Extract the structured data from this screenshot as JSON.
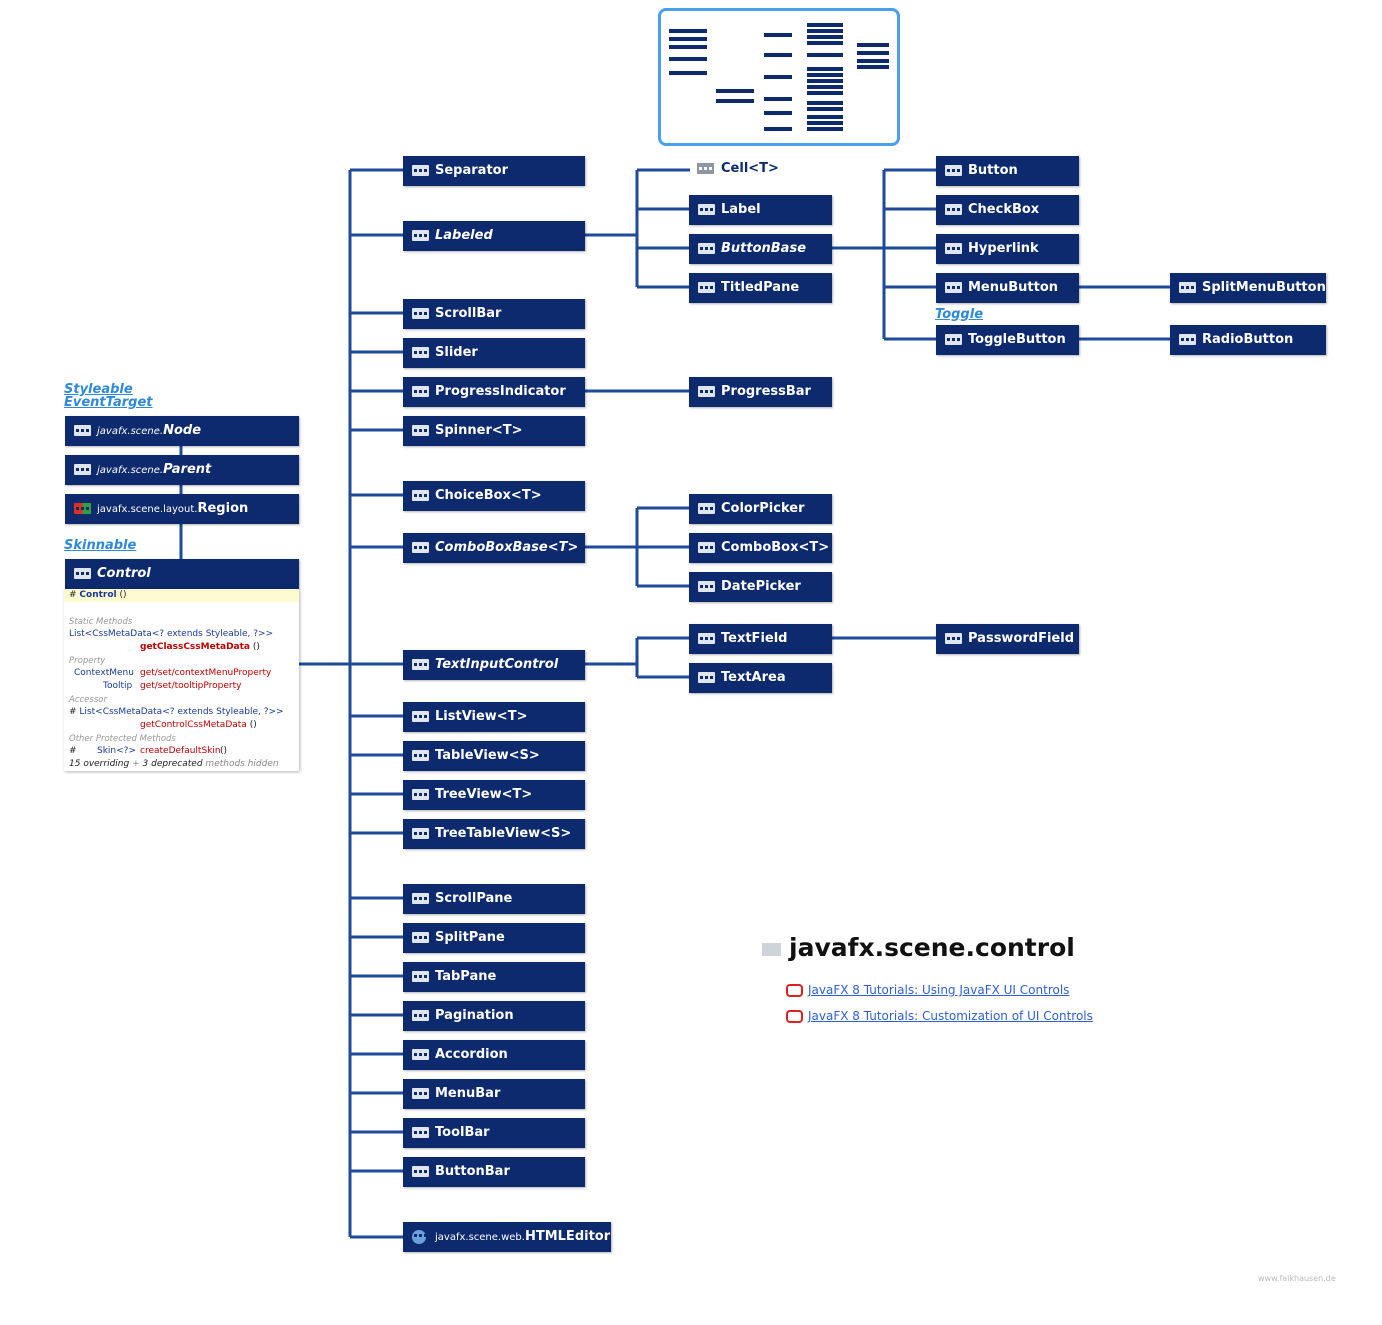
{
  "package_title": "javafx.scene.control",
  "links": [
    "JavaFX 8 Tutorials: Using JavaFX UI Controls",
    "JavaFX 8 Tutorials: Customization of UI Controls"
  ],
  "interfaces": {
    "styleable": "Styleable",
    "eventtarget": "EventTarget",
    "skinnable": "Skinnable",
    "toggle": "Toggle"
  },
  "hierarchy": {
    "node": {
      "pkg": "javafx.scene.",
      "name": "Node"
    },
    "parent": {
      "pkg": "javafx.scene.",
      "name": "Parent"
    },
    "region": {
      "pkg": "javafx.scene.layout.",
      "name": "Region"
    },
    "control": {
      "name": "Control"
    }
  },
  "control_members": {
    "constructor": "Control",
    "constructor_args": "()",
    "static_section": "Static Methods",
    "static_type": "List<CssMetaData<? extends Styleable, ?>>",
    "static_method": "getClassCssMetaData",
    "property_section": "Property",
    "prop1_name": "ContextMenu",
    "prop1_method": "get/set/contextMenuProperty",
    "prop2_name": "Tooltip",
    "prop2_method": "get/set/tooltipProperty",
    "accessor_section": "Accessor",
    "accessor_type": "List<CssMetaData<? extends Styleable, ?>>",
    "accessor_method": "getControlCssMetaData",
    "other_section": "Other Protected Methods",
    "other_type": "Skin<?>",
    "other_method": "createDefaultSkin",
    "empty_args": "()",
    "hash": "#",
    "footer_overriding": "15 overriding",
    "footer_plus": "+",
    "footer_deprecated": "3 deprecated",
    "footer_hidden": "methods hidden"
  },
  "classes": {
    "separator": "Separator",
    "labeled": "Labeled",
    "scrollbar": "ScrollBar",
    "slider": "Slider",
    "progressindicator": "ProgressIndicator",
    "spinner": "Spinner<T>",
    "choicebox": "ChoiceBox<T>",
    "comboboxbase": "ComboBoxBase<T>",
    "textinputcontrol": "TextInputControl",
    "listview": "ListView<T>",
    "tableview": "TableView<S>",
    "treeview": "TreeView<T>",
    "treetableview": "TreeTableView<S>",
    "scrollpane": "ScrollPane",
    "splitpane": "SplitPane",
    "tabpane": "TabPane",
    "pagination": "Pagination",
    "accordion": "Accordion",
    "menubar": "MenuBar",
    "toolbar": "ToolBar",
    "buttonbar": "ButtonBar",
    "htmleditor_pkg": "javafx.scene.web.",
    "htmleditor": "HTMLEditor",
    "cell": "Cell<T>",
    "label": "Label",
    "buttonbase": "ButtonBase",
    "titledpane": "TitledPane",
    "progressbar": "ProgressBar",
    "colorpicker": "ColorPicker",
    "combobox": "ComboBox<T>",
    "datepicker": "DatePicker",
    "textfield": "TextField",
    "textarea": "TextArea",
    "button": "Button",
    "checkbox": "CheckBox",
    "hyperlink": "Hyperlink",
    "menubutton": "MenuButton",
    "togglebutton": "ToggleButton",
    "passwordfield": "PasswordField",
    "splitmenubutton": "SplitMenuButton",
    "radiobutton": "RadioButton"
  },
  "credit": "www.falkhausen.de",
  "colors": {
    "box": "#0d2a6f",
    "line": "#1e4a9a",
    "iface": "#2e8ad8"
  }
}
